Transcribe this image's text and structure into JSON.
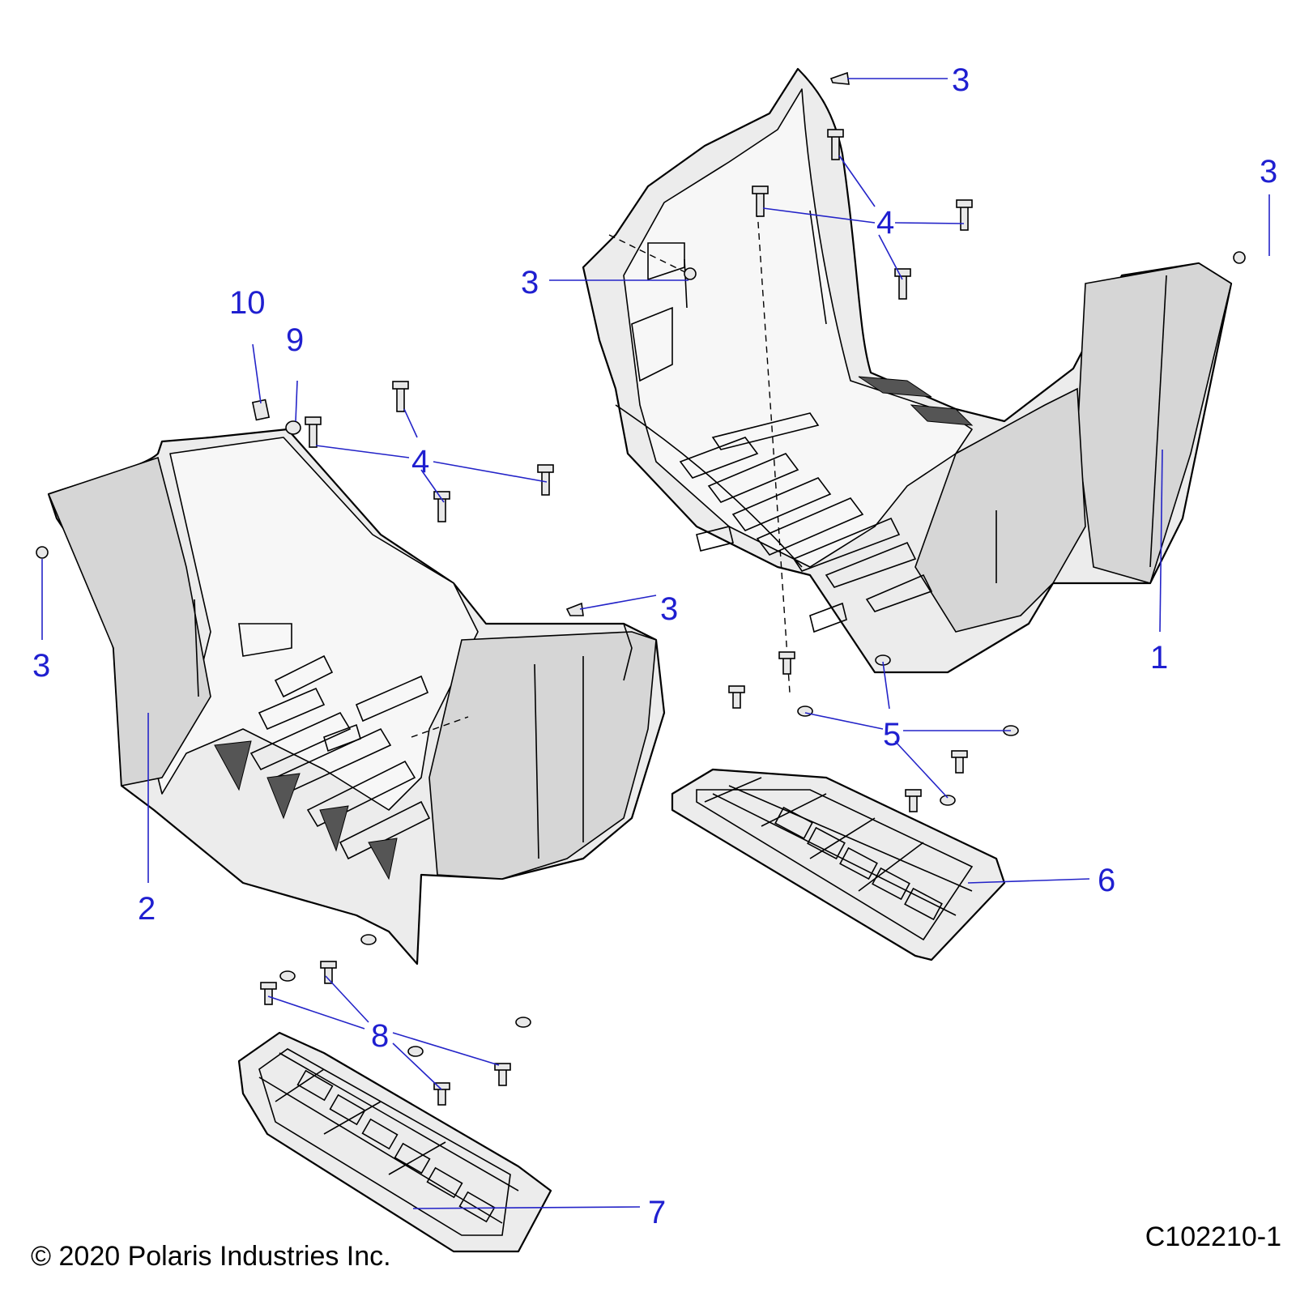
{
  "diagram": {
    "copyright": "© 2020 Polaris Industries Inc.",
    "drawing_id": "C102210-1",
    "callouts": [
      {
        "id": "c1",
        "label": "1"
      },
      {
        "id": "c2",
        "label": "2"
      },
      {
        "id": "c3a",
        "label": "3"
      },
      {
        "id": "c3b",
        "label": "3"
      },
      {
        "id": "c3c",
        "label": "3"
      },
      {
        "id": "c3d",
        "label": "3"
      },
      {
        "id": "c3e",
        "label": "3"
      },
      {
        "id": "c4a",
        "label": "4"
      },
      {
        "id": "c4b",
        "label": "4"
      },
      {
        "id": "c5",
        "label": "5"
      },
      {
        "id": "c6",
        "label": "6"
      },
      {
        "id": "c7",
        "label": "7"
      },
      {
        "id": "c8",
        "label": "8"
      },
      {
        "id": "c9",
        "label": "9"
      },
      {
        "id": "c10",
        "label": "10"
      }
    ]
  }
}
